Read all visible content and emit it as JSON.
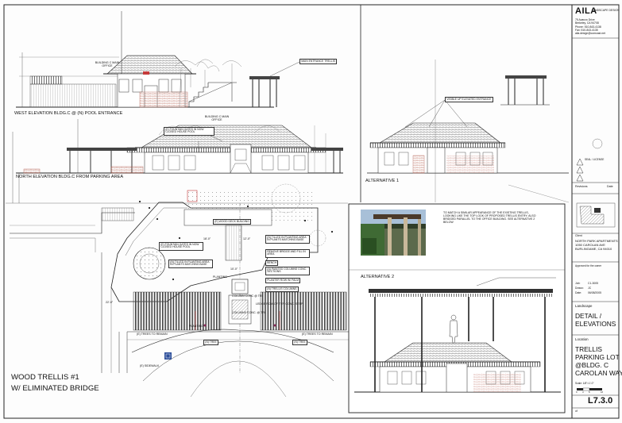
{
  "drawing": {
    "west_elevation_label": "WEST ELEVATION BLDG.C @ (N) POOL ENTRANCE",
    "north_elevation_label": "NORTH ELEVATION BLDG.C FROM PARKING AREA",
    "building_c_main_office_west": "BUILDING C MAIN OFFICE",
    "building_c_main_office_north": "BUILDING C MAIN OFFICE",
    "alternative_1_label": "ALTERNATIVE 1",
    "alternative_2_label": "ALTERNATIVE 2",
    "plan_title_line1": "WOOD TRELLIS #1",
    "plan_title_line2": "W/ ELIMINATED BRIDGE",
    "alt2_note": "TO MATCH A SIMILAR APPEARANCE OF THE EXISTING TRELLIS, LOOKING LIKE THE TOP LOOK OF PROPOSED TRELLIS ENTRY; ALSO BRIDGED PARALLEL TO THE OFFICE BUILDING. SEE ALTERNATIVE 2 BELOW",
    "callouts": {
      "main_entrance_trellis": "MAIN ENTRANCE TRELLIS",
      "visible_up_elevated_entrance": "VISIBLE UP ELEVATED ENTRANCE",
      "pool_fountain": "(E) FOUNTAIN GATES IN NOW CLOSED HOUSE POOL",
      "wood_deck": "(E) WOOD DECK BUILDING",
      "planting_area_1": "(N) TILLED IN PLANTING AREA IN PLANTS MATCHING BASE",
      "planting_area_2": "(N) TILLED IN PLANTING AREA IN PLANTS MATCHING BASE",
      "fountain_gates": "(E) FOUNTAIN GATES IN NOW CLOSED HOUSE POOL",
      "remove_bridge": "REMOVE BRIDGE AND FILL IN AREA",
      "bench": "BENCH",
      "columns": "(N) PAINTED COLUMNS CONC. SECTIONS",
      "planter_row": "PLANTER ROW W/ PALM",
      "columns_typ": "(N) TRELLIS COLUMNS",
      "entry_row": "LEDGE ROW OF TYP. CONC. STEP",
      "planting": "PLANTING",
      "column_conc": "COLUMN CONC @ TRI",
      "column_conc2": "COLUMNS CONC. @ TRI",
      "tree": "(N) TREE",
      "tree2": "(N) TREE",
      "existing_trees": "(E) TREES TO REMAIN",
      "existing_trees2": "(E) TREES TO REMAIN",
      "sidewalk": "(E) SIDEWALK",
      "planting2": "PLANTING"
    },
    "dimensions": {
      "d1": "18'-0\"",
      "d2": "12'-0\"",
      "d3": "22'-0\"",
      "d4": "10'-0\""
    }
  },
  "title_block": {
    "firm_name": "AILA",
    "firm_subtitle": "LANDSCAPE DESIGN",
    "firm_address": "75 Avanzo Drive\nBerkeley, CA 94708",
    "firm_phone": "Phone: 510-843-4138",
    "firm_fax": "Fax: 510-843-4135",
    "firm_email": "aila.design@comcast.net",
    "seal_text": "SEAL / LICENSE",
    "revisions_label": "Revisions",
    "date_label": "Date",
    "client_label": "Client",
    "project_name": "NORTH PARK APARTMENTS",
    "project_address_1": "1050 CAROLAN AVE",
    "project_address_2": "BURLINGAME, CA 94010",
    "approved_label": "Approved for the owner",
    "field_labels": [
      "Job:",
      "Drawn:",
      "Date:"
    ],
    "field_values": [
      "C1-3005",
      "JC",
      "06/08/2005"
    ],
    "sheet_type": "Landscape",
    "sheet_title_line1": "DETAIL /",
    "sheet_title_line2": "ELEVATIONS",
    "location_label": "Location",
    "location_line1": "TRELLIS",
    "location_line2": "PARKING LOT",
    "location_line3": "@BLDG. C",
    "location_line4": "CAROLAN WAY",
    "scale_text": "Scale: 1/8\"=1'-0\"",
    "scale_ticks": [
      "0",
      "4",
      "8",
      "16"
    ],
    "sheet_number": "L7.3.0",
    "sheet_of": "of"
  }
}
